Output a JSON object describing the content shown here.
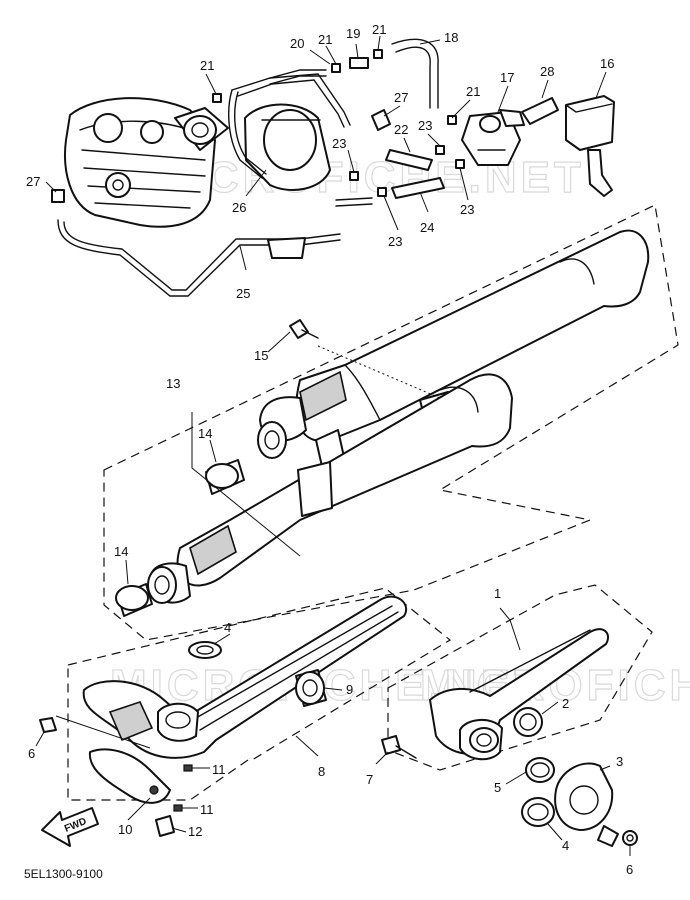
{
  "diagram_code": "5EL1300-9100",
  "direction_label": "FWD",
  "watermarks": [
    "MICROFICHE.NET",
    "MICROFICHE.NET",
    "MICROFICHE.NET"
  ],
  "callouts": [
    "1",
    "2",
    "3",
    "4",
    "4",
    "5",
    "6",
    "6",
    "7",
    "8",
    "9",
    "10",
    "11",
    "11",
    "12",
    "13",
    "14",
    "14",
    "15",
    "16",
    "17",
    "18",
    "19",
    "20",
    "21",
    "21",
    "21",
    "21",
    "22",
    "23",
    "23",
    "23",
    "23",
    "24",
    "25",
    "26",
    "27",
    "27",
    "28"
  ]
}
